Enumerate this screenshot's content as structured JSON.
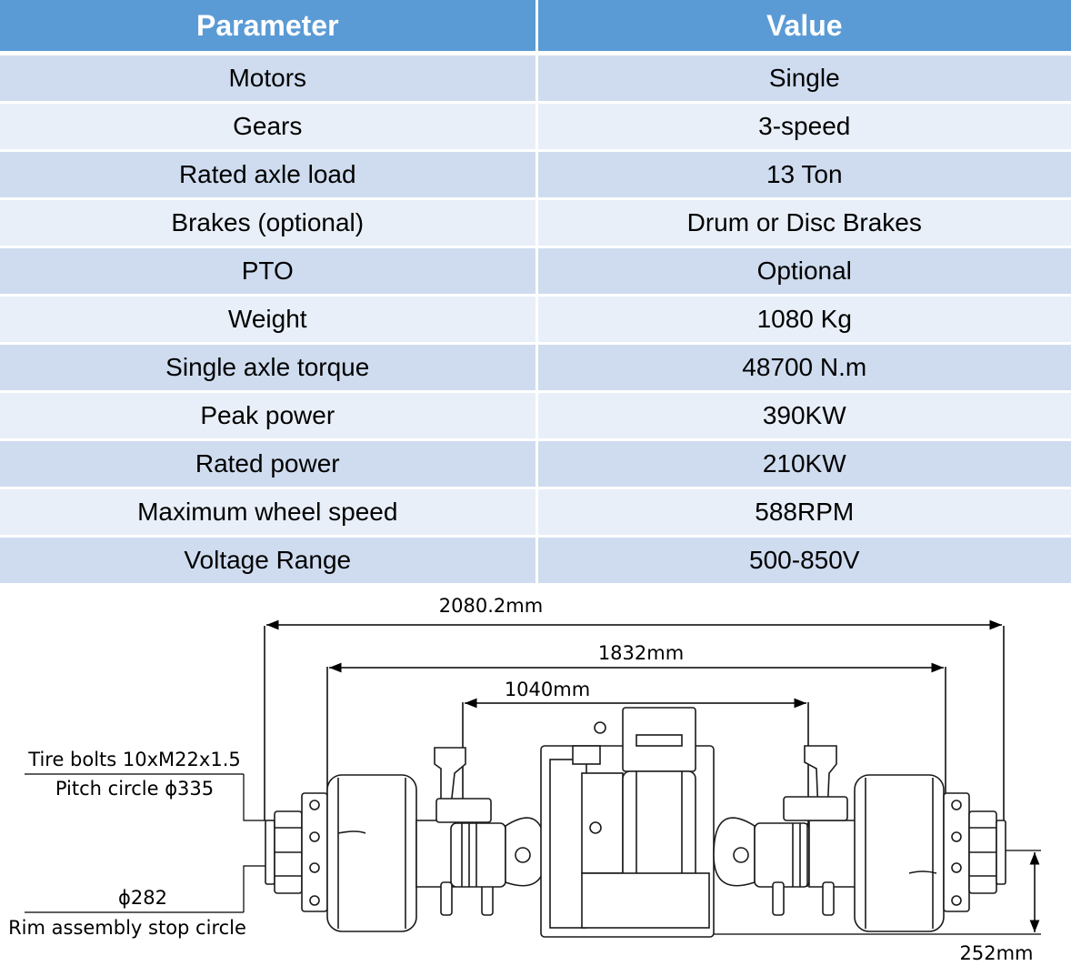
{
  "table": {
    "headers": [
      "Parameter",
      "Value"
    ],
    "rows": [
      {
        "parameter": "Motors",
        "value": "Single"
      },
      {
        "parameter": "Gears",
        "value": "3-speed"
      },
      {
        "parameter": "Rated axle load",
        "value": "13 Ton"
      },
      {
        "parameter": "Brakes (optional)",
        "value": "Drum or Disc Brakes"
      },
      {
        "parameter": "PTO",
        "value": "Optional"
      },
      {
        "parameter": "Weight",
        "value": "1080 Kg"
      },
      {
        "parameter": "Single axle torque",
        "value": "48700 N.m"
      },
      {
        "parameter": "Peak power",
        "value": "390KW"
      },
      {
        "parameter": "Rated power",
        "value": "210KW"
      },
      {
        "parameter": "Maximum wheel speed",
        "value": "588RPM"
      },
      {
        "parameter": "Voltage Range",
        "value": "500-850V"
      }
    ]
  },
  "diagram": {
    "dimension_overall": "2080.2mm",
    "dimension_track": "1832mm",
    "dimension_inner": "1040mm",
    "dimension_height": "252mm",
    "callout_bolts_line1": "Tire bolts 10xM22x1.5",
    "callout_bolts_line2": "Pitch circle ϕ335",
    "callout_rim_line1": "ϕ282",
    "callout_rim_line2": "Rim assembly stop circle"
  },
  "colors": {
    "header_bg": "#5b9bd5",
    "row_odd_bg": "#cfdcef",
    "row_even_bg": "#e9eff8"
  }
}
